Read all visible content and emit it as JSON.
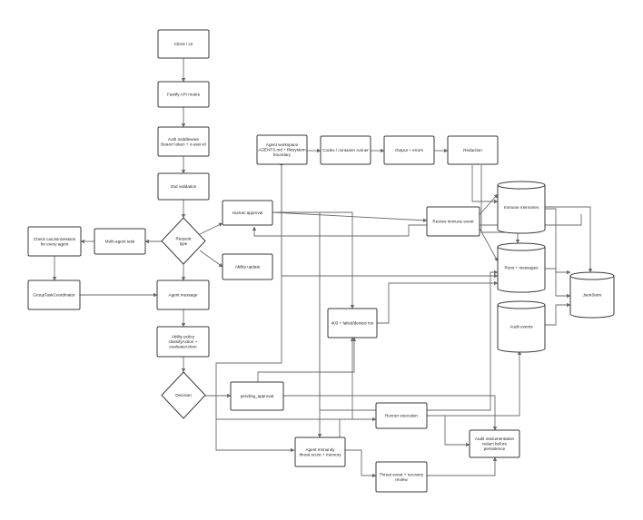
{
  "nodes": {
    "client": [
      "Client / UI"
    ],
    "fastify": [
      "Fastify API routes"
    ],
    "auth": [
      "Auth middleware",
      "Bearer token + x-user-id"
    ],
    "zod": [
      "Zod validation"
    ],
    "request_type": [
      "Request",
      "type"
    ],
    "human_approval": [
      "Human approval"
    ],
    "ability_update": [
      "Ability update"
    ],
    "multi_agent": [
      "Multi-agent task"
    ],
    "check_can_join": [
      "Check canJoinSession",
      "for every agent"
    ],
    "group_task": [
      "GroupTaskCoordinator"
    ],
    "agent_message": [
      "Agent message"
    ],
    "ability_policy": [
      "Ability policy",
      "classifyAction +",
      "evaluateAction"
    ],
    "decision": [
      "Decision"
    ],
    "pending_approval": [
      "pending_approval"
    ],
    "agent_workspace": [
      "Agent workspace",
      "AGENTS.md + filesystem",
      "boundary"
    ],
    "codex_runner": [
      "Codex / container runner"
    ],
    "output_errors": [
      "Output + errors"
    ],
    "redaction": [
      "Redaction"
    ],
    "review_immune": [
      "Review immune event"
    ],
    "immune_memories": [
      "Immune memories"
    ],
    "runs_messages": [
      "Runs + messages"
    ],
    "audit_events": [
      "Audit events"
    ],
    "json_store": [
      "JsonStore"
    ],
    "failed_run": [
      "403 + failed/denied run"
    ],
    "runner_execution": [
      "Runner execution"
    ],
    "agent_immunity": [
      "Agent Immunity",
      "threat score + memory"
    ],
    "threat_event": [
      "Threat event + recovery",
      "review"
    ],
    "audit_instrumentation": [
      "Audit instrumentation",
      "redact before",
      "persistence"
    ]
  }
}
